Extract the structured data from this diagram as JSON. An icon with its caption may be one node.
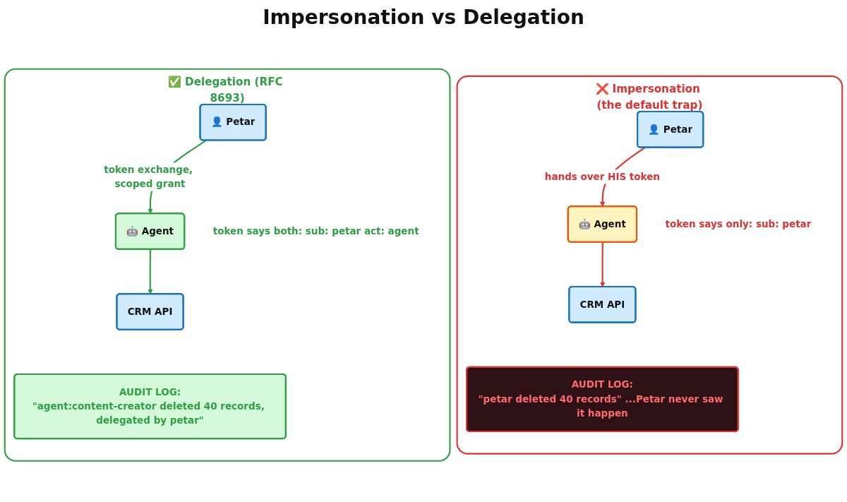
{
  "diagram": {
    "title": "Impersonation vs Delegation",
    "nodes": [
      {
        "text": [
          "❌ Impersonation (the default trap)"
        ]
      },
      {
        "text": [
          "👤 Petar"
        ],
        "in": 0
      },
      {
        "text": [
          "🤖 Agent"
        ],
        "in": 0,
        "beside": [
          "token says only: sub: petar"
        ]
      },
      {
        "text": [
          "CRM API"
        ],
        "in": 0
      },
      {
        "text": [
          "AUDIT LOG:",
          "\"petar deleted 40 records\" ...Petar never saw it happen"
        ],
        "in": 0
      },
      {
        "text": [
          "✅ Delegation (RFC 8693)"
        ]
      },
      {
        "text": [
          "👤 Petar"
        ],
        "in": 5
      },
      {
        "text": [
          "🤖 Agent"
        ],
        "in": 5,
        "beside": [
          "token says both: sub: petar act: agent"
        ]
      },
      {
        "text": [
          "CRM API"
        ],
        "in": 5
      },
      {
        "text": [
          "AUDIT LOG:",
          "\"agent:content-creator deleted 40 records, delegated by petar\""
        ],
        "in": 5
      }
    ],
    "edges": [
      {
        "from": 1,
        "to": 2,
        "arrow": "to",
        "label": "hands over HIS token",
        "color": "#e03131"
      },
      {
        "from": 2,
        "to": 3,
        "arrow": "to",
        "color": "#e03131"
      },
      {
        "from": 6,
        "to": 7,
        "arrow": "to",
        "label": "token exchange, scoped grant",
        "color": "#2f9e44"
      },
      {
        "from": 7,
        "to": 8,
        "arrow": "to",
        "color": "#2f9e44"
      }
    ]
  }
}
